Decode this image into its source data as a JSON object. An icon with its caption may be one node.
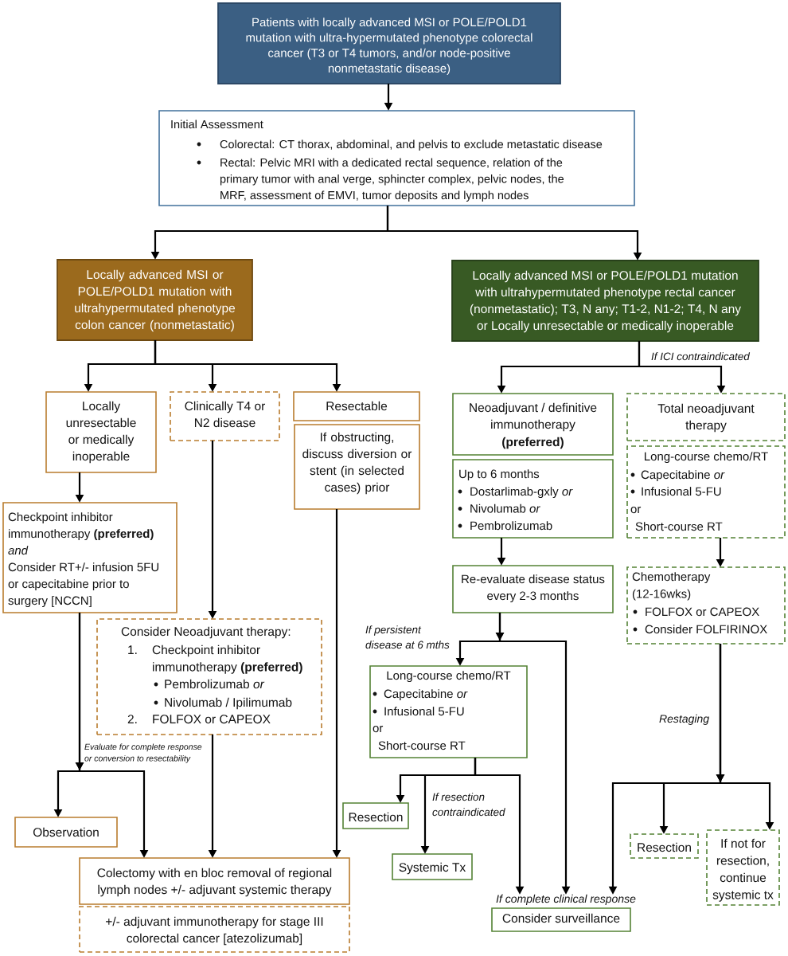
{
  "diagram": {
    "nodes": [
      {
        "text": [
          "Patients with locally advanced MSI or POLE/POLD1 mutation with ultra-hypermutated phenotype colorectal cancer (T3 or T4 tumors, and/or node-positive nonmetastatic disease)"
        ]
      },
      {
        "text": [
          "Initial Assessment",
          "Colorectal: CT thorax, abdominal, and pelvis to exclude metastatic disease",
          "Rectal: Pelvic MRI with a dedicated rectal sequence, relation of the primary tumor with anal verge, sphincter complex, pelvic nodes, the MRF, assessment of EMVI, tumor deposits and lymph nodes"
        ]
      },
      {
        "text": [
          "Locally advanced MSI or POLE/POLD1 mutation with ultrahypermutated phenotype colon cancer (nonmetastatic)"
        ]
      },
      {
        "text": [
          "Locally advanced MSI or POLE/POLD1 mutation with ultrahypermutated phenotype rectal cancer (nonmetastatic); T3, N any; T1-2, N1-2; T4, N any or Locally unresectable or medically inoperable"
        ]
      },
      {
        "text": [
          "Locally unresectable or medically inoperable"
        ]
      },
      {
        "text": [
          "Clinically T4 or N2 disease"
        ]
      },
      {
        "text": [
          "Resectable"
        ]
      },
      {
        "text": [
          "If obstructing, discuss diversion or stent (in selected cases) prior"
        ]
      },
      {
        "text": [
          "Neoadjuvant / definitive immunotherapy",
          "(preferred)"
        ]
      },
      {
        "text": [
          "Total neoadjuvant therapy"
        ]
      },
      {
        "text": [
          "Up to 6 months",
          "Dostarlimab-gxly *or*",
          "Nivolumab *or*",
          "Pembrolizumab"
        ]
      },
      {
        "text": [
          "Long-course chemo/RT",
          "Capecitabine *or*",
          "Infusional 5-FU",
          "or",
          "Short-course RT"
        ]
      },
      {
        "text": [
          "Checkpoint inhibitor immunotherapy **(preferred)**",
          "and",
          "Consider RT+/- infusion 5FU or capecitabine prior to surgery [NCCN]"
        ]
      },
      {
        "text": [
          "Re-evaluate disease status every 2-3 months"
        ]
      },
      {
        "text": [
          "Chemotherapy (12-16wks)",
          "FOLFOX or CAPEOX",
          "Consider FOLFIRINOX"
        ]
      },
      {
        "text": [
          "Consider Neoadjuvant therapy:",
          "1.",
          "Checkpoint inhibitor immunotherapy **(preferred)**",
          "Pembrolizumab *or*",
          "Nivolumab / Ipilimumab",
          "2.",
          "FOLFOX or CAPEOX"
        ]
      },
      {
        "text": [
          "Long-course chemo/RT",
          "Capecitabine *or*",
          "Infusional 5-FU",
          "or",
          "Short-course RT"
        ]
      },
      {
        "text": [
          "Resection"
        ]
      },
      {
        "text": [
          "Observation"
        ]
      },
      {
        "text": [
          "Resection"
        ]
      },
      {
        "text": [
          "If not for resection, continue systemic tx"
        ]
      },
      {
        "text": [
          "Systemic Tx"
        ]
      },
      {
        "text": [
          "Colectomy with en bloc removal of regional lymph nodes +/- adjuvant systemic therapy"
        ]
      },
      {
        "text": [
          "Consider surveillance"
        ],
        "beside": [
          "If complete clinical response"
        ]
      },
      {
        "text": [
          "+/- adjuvant immunotherapy for stage III colorectal cancer [atezolizumab]"
        ]
      }
    ],
    "edges": [
      {
        "from": 0,
        "to": 1,
        "arrow": "to"
      },
      {
        "from": 1,
        "to": 2,
        "arrow": "to"
      },
      {
        "from": 1,
        "to": 3,
        "arrow": "to"
      },
      {
        "from": 2,
        "to": 4,
        "arrow": "to"
      },
      {
        "from": 2,
        "to": 5,
        "arrow": "to"
      },
      {
        "from": 2,
        "to": 6,
        "arrow": "to"
      },
      {
        "from": 3,
        "to": 8,
        "arrow": "to"
      },
      {
        "from": 3,
        "to": 9,
        "arrow": "to",
        "label": "If ICI contraindicated"
      },
      {
        "from": 4,
        "to": 12,
        "arrow": "to"
      },
      {
        "from": 10,
        "to": 13,
        "arrow": "to"
      },
      {
        "from": 11,
        "to": 14,
        "arrow": "to"
      },
      {
        "from": 5,
        "to": 15,
        "arrow": "to"
      },
      {
        "from": 7,
        "to": 22,
        "arrow": "to"
      },
      {
        "from": 13,
        "to": 16,
        "arrow": "to",
        "label": "If persistent disease at 6 mths"
      },
      {
        "from": 13,
        "to": 23,
        "arrow": "to"
      },
      {
        "from": 12,
        "to": 18,
        "arrow": "to",
        "label": "Evaluate for complete response or conversion to resectability"
      },
      {
        "from": 12,
        "to": 22,
        "arrow": "to"
      },
      {
        "from": 15,
        "to": 22,
        "arrow": "to"
      },
      {
        "from": 14,
        "to": 23,
        "arrow": "to",
        "label": "Restaging"
      },
      {
        "from": 14,
        "to": 19,
        "arrow": "to"
      },
      {
        "from": 14,
        "to": 20,
        "arrow": "to"
      },
      {
        "from": 16,
        "to": 17,
        "arrow": "to"
      },
      {
        "from": 16,
        "to": 21,
        "arrow": "to",
        "label": "If resection contraindicated"
      },
      {
        "from": 16,
        "to": 23,
        "arrow": "to"
      }
    ]
  }
}
